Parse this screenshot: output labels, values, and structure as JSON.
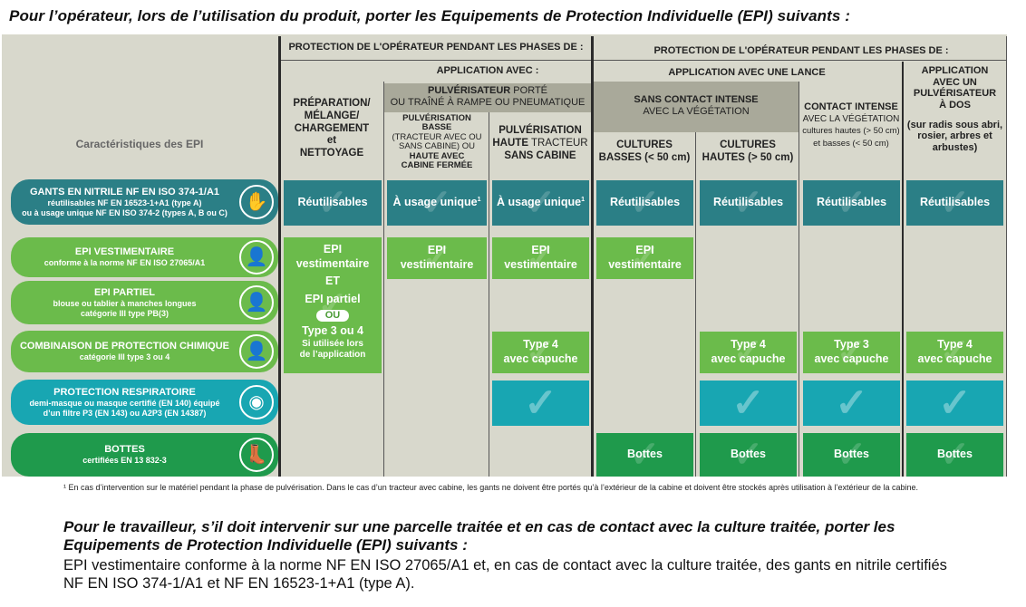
{
  "intro": "Pour l’opérateur, lors de l’utilisation du produit, porter les Equipements de Protection Individuelle (EPI) suivants :",
  "header": {
    "group1_title": "PROTECTION DE L'OPÉRATEUR PENDANT LES PHASES DE :",
    "group2_title": "PROTECTION DE L'OPÉRATEUR PENDANT LES PHASES DE :",
    "application_avec": "APPLICATION AVEC :",
    "pulverisateur_bold": "PULVÉRISATEUR",
    "pulverisateur_rest": " PORTÉ",
    "pulverisateur_line2": "OU TRAÎNÉ À RAMPE OU PNEUMATIQUE",
    "application_lance": "APPLICATION AVEC UNE LANCE",
    "sans_contact_title": "SANS CONTACT INTENSE",
    "sans_contact_sub": "AVEC LA VÉGÉTATION",
    "col_prep": [
      "PRÉPARATION/",
      "MÉLANGE/",
      "CHARGEMENT",
      "et",
      "NETTOYAGE"
    ],
    "col_basse": [
      "PULVÉRISATION",
      "BASSE",
      "(TRACTEUR AVEC OU",
      "SANS CABINE) OU",
      "HAUTE AVEC",
      "CABINE FERMÉE"
    ],
    "col_haute_1": "PULVÉRISATION",
    "col_haute_2a": "HAUTE",
    "col_haute_2b": " TRACTEUR",
    "col_haute_3": "SANS CABINE",
    "col_cult_basses": [
      "CULTURES",
      "BASSES (< 50 cm)"
    ],
    "col_cult_hautes": [
      "CULTURES",
      "HAUTES (> 50 cm)"
    ],
    "col_contact_title": "CONTACT INTENSE",
    "col_contact_sub": [
      "AVEC LA VÉGÉTATION",
      "cultures hautes (> 50 cm)",
      "et basses (< 50 cm)"
    ],
    "col_dos_title": [
      "APPLICATION",
      "AVEC UN",
      "PULVÉRISATEUR",
      "À DOS"
    ],
    "col_dos_sub": [
      "(sur radis sous abri,",
      "rosier, arbres et",
      "arbustes)"
    ]
  },
  "caracteristiques": "Caractéristiques des EPI",
  "rows": [
    {
      "title": "GANTS EN NITRILE NF EN ISO 374-1/A1",
      "lines": [
        "réutilisables NF EN 16523-1+A1 (type A)",
        "ou à usage unique NF EN ISO 374-2 (types A, B ou C)"
      ],
      "icon": "gloves-icon"
    },
    {
      "title": "EPI VESTIMENTAIRE",
      "lines": [
        "conforme à la norme NF EN ISO 27065/A1"
      ],
      "icon": "coverall-icon"
    },
    {
      "title": "EPI PARTIEL",
      "lines": [
        "blouse ou tablier à manches longues",
        "catégorie III type PB(3)"
      ],
      "icon": "apron-icon"
    },
    {
      "title": "COMBINAISON DE PROTECTION CHIMIQUE",
      "lines": [
        "catégorie III type 3 ou 4"
      ],
      "icon": "hooded-suit-icon"
    },
    {
      "title": "PROTECTION RESPIRATOIRE",
      "lines": [
        "demi-masque ou masque certifié (EN 140) équipé",
        "d’un filtre P3 (EN 143) ou A2P3 (EN 14387)"
      ],
      "icon": "mask-icon"
    },
    {
      "title": "BOTTES",
      "lines": [
        "certifiées EN 13 832-3"
      ],
      "icon": "boots-icon"
    }
  ],
  "cells": {
    "reutilisables": "Réutilisables",
    "usage_unique": "À usage unique",
    "sup1": "1",
    "epi": "EPI",
    "vestimentaire": "vestimentaire",
    "et": "ET",
    "epi_partiel": "EPI partiel",
    "ou": "OU",
    "type3ou4": "Type 3 ou 4",
    "si_utilisee": [
      "Si utilisée lors",
      "de l’application"
    ],
    "type4": "Type 4",
    "type3": "Type 3",
    "avec_capuche": "avec capuche",
    "bottes": "Bottes"
  },
  "footnote": "¹ En cas d’intervention sur le matériel pendant la phase de pulvérisation. Dans le cas d’un tracteur avec cabine, les gants ne doivent être portés qu’à l’extérieur de la cabine et doivent être stockés après utilisation à l’extérieur de la cabine.",
  "worker_title": "Pour le travailleur, s’il doit intervenir sur une parcelle traitée et en cas de contact avec la culture traitée, porter les Equipements de Protection Individuelle (EPI) suivants :",
  "worker_text": "EPI vestimentaire conforme à la norme NF EN ISO 27065/A1 et, en cas de contact avec la culture traitée, des gants en nitrile certifiés NF EN ISO 374-1/A1 et NF EN 16523-1+A1 (type A).",
  "colors": {
    "teal": "#2b7f86",
    "light_green": "#6bbb4b",
    "cyan": "#18a6b2",
    "dark_green": "#1f9a4c",
    "table_bg": "#d8d8cc"
  }
}
